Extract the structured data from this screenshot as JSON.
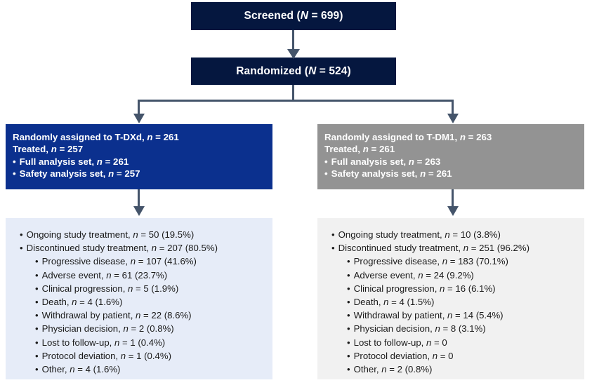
{
  "diagram": {
    "title": "CONSORT patient disposition flow diagram",
    "colors": {
      "top_box": "#05173f",
      "left_arm_box": "#0b308e",
      "right_arm_box": "#939393",
      "left_panel": "#e6ecf8",
      "right_panel": "#f1f1f1",
      "connector": "#44546a"
    }
  },
  "screened": {
    "label": "Screened (",
    "n_symbol": "N",
    "value": " = 699)"
  },
  "randomized": {
    "label": "Randomized (",
    "n_symbol": "N",
    "value": " = 524)"
  },
  "arms": {
    "left": {
      "name": "T-DXd",
      "lines": [
        {
          "text": "Randomly assigned to T-DXd, ",
          "sym": "n",
          "value": " = 261",
          "bullet": false
        },
        {
          "text": "Treated, ",
          "sym": "n",
          "value": " = 257",
          "bullet": false
        },
        {
          "text": "Full analysis set, ",
          "sym": "n",
          "value": " = 261",
          "bullet": true
        },
        {
          "text": "Safety analysis set, ",
          "sym": "n",
          "value": " = 257",
          "bullet": true
        }
      ]
    },
    "right": {
      "name": "T-DM1",
      "lines": [
        {
          "text": "Randomly assigned to T-DM1, ",
          "sym": "n",
          "value": " = 263",
          "bullet": false
        },
        {
          "text": "Treated, ",
          "sym": "n",
          "value": " = 261",
          "bullet": false
        },
        {
          "text": "Full analysis set, ",
          "sym": "n",
          "value": " = 263",
          "bullet": true
        },
        {
          "text": "Safety analysis set, ",
          "sym": "n",
          "value": " = 261",
          "bullet": true
        }
      ]
    }
  },
  "outcomes": {
    "left": [
      {
        "level": 1,
        "text": "Ongoing study treatment, ",
        "sym": "n",
        "value": " = 50 (19.5%)"
      },
      {
        "level": 1,
        "text": "Discontinued study treatment, ",
        "sym": "n",
        "value": " = 207 (80.5%)"
      },
      {
        "level": 2,
        "text": "Progressive disease, ",
        "sym": "n",
        "value": " = 107 (41.6%)"
      },
      {
        "level": 2,
        "text": "Adverse event, ",
        "sym": "n",
        "value": " = 61 (23.7%)"
      },
      {
        "level": 2,
        "text": "Clinical progression, ",
        "sym": "n",
        "value": " = 5 (1.9%)"
      },
      {
        "level": 2,
        "text": "Death, ",
        "sym": "n",
        "value": " = 4 (1.6%)"
      },
      {
        "level": 2,
        "text": "Withdrawal by patient, ",
        "sym": "n",
        "value": " = 22 (8.6%)"
      },
      {
        "level": 2,
        "text": "Physician decision, ",
        "sym": "n",
        "value": " = 2 (0.8%)"
      },
      {
        "level": 2,
        "text": "Lost to follow-up, ",
        "sym": "n",
        "value": " = 1 (0.4%)"
      },
      {
        "level": 2,
        "text": "Protocol deviation, ",
        "sym": "n",
        "value": " = 1 (0.4%)"
      },
      {
        "level": 2,
        "text": "Other, ",
        "sym": "n",
        "value": " = 4 (1.6%)"
      }
    ],
    "right": [
      {
        "level": 1,
        "text": "Ongoing study treatment, ",
        "sym": "n",
        "value": " = 10 (3.8%)"
      },
      {
        "level": 1,
        "text": "Discontinued study treatment, ",
        "sym": "n",
        "value": " = 251 (96.2%)"
      },
      {
        "level": 2,
        "text": "Progressive disease, ",
        "sym": "n",
        "value": " = 183 (70.1%)"
      },
      {
        "level": 2,
        "text": "Adverse event, ",
        "sym": "n",
        "value": " = 24 (9.2%)"
      },
      {
        "level": 2,
        "text": "Clinical progression, ",
        "sym": "n",
        "value": " = 16 (6.1%)"
      },
      {
        "level": 2,
        "text": "Death, ",
        "sym": "n",
        "value": " = 4 (1.5%)"
      },
      {
        "level": 2,
        "text": "Withdrawal by patient, ",
        "sym": "n",
        "value": " = 14 (5.4%)"
      },
      {
        "level": 2,
        "text": "Physician decision, ",
        "sym": "n",
        "value": " = 8 (3.1%)"
      },
      {
        "level": 2,
        "text": "Lost to follow-up, ",
        "sym": "n",
        "value": " = 0"
      },
      {
        "level": 2,
        "text": "Protocol deviation, ",
        "sym": "n",
        "value": " = 0"
      },
      {
        "level": 2,
        "text": "Other, ",
        "sym": "n",
        "value": " = 2 (0.8%)"
      }
    ]
  },
  "bullet_glyph": "•"
}
